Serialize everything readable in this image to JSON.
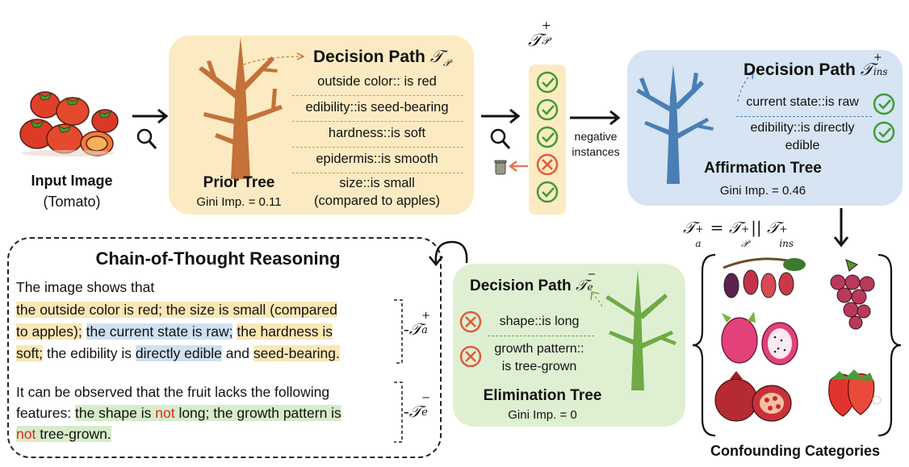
{
  "input": {
    "title": "Input Image",
    "subtitle": "(Tomato)"
  },
  "prior_tree": {
    "path_title": "Decision Path",
    "path_symbol": "𝒯",
    "path_sub": "𝒫",
    "attributes": [
      "outside color:: is red",
      "edibility::is seed-bearing",
      "hardness::is soft",
      "epidermis::is smooth",
      "size::is small",
      "(compared to apples)"
    ],
    "name": "Prior Tree",
    "gini": "Gini Imp. = 0.11",
    "color": "#c4713a"
  },
  "filter_column": {
    "label_symbol": "𝒯",
    "label_sup": "+",
    "label_sub": "𝒫",
    "checks": [
      "check",
      "check",
      "check",
      "cross",
      "check"
    ],
    "negative_label_1": "negative",
    "negative_label_2": "instances"
  },
  "affirmation_tree": {
    "path_title": "Decision Path",
    "path_symbol": "𝒯",
    "path_sup": "+",
    "path_sub": "ins",
    "attributes": [
      "current state::is raw",
      "edibility::is directly",
      "edible"
    ],
    "name": "Affirmation Tree",
    "gini": "Gini Imp. = 0.46",
    "color": "#4a7fb5"
  },
  "formula": {
    "lhs": "𝒯",
    "lhs_sub": "a",
    "lhs_sup": "+",
    "eq": " = ",
    "t1": "𝒯",
    "t1_sub": "𝒫",
    "t1_sup": "+",
    "bars": "||",
    "t2": "𝒯",
    "t2_sub": "ins",
    "t2_sup": "+"
  },
  "confounding": {
    "title": "Confounding Categories"
  },
  "elimination_tree": {
    "path_title": "Decision Path",
    "path_symbol": "𝒯",
    "path_sup": "−",
    "path_sub": "e",
    "attributes": [
      "shape::is long",
      "growth pattern::",
      "is tree-grown"
    ],
    "name": "Elimination Tree",
    "gini": "Gini Imp. = 0",
    "color": "#6faa45"
  },
  "cot": {
    "title": "Chain-of-Thought Reasoning",
    "intro": "The image shows that",
    "line1_a": "the outside color is red; the size is small (compared",
    "line2_a": "to apples);",
    "line2_b": "the current state is raw;",
    "line2_c": "the hardness is",
    "line3_a": "soft;",
    "line3_b": "the edibility is",
    "line3_c": "directly edible",
    "line3_d": "and",
    "line3_e": "seed-bearing.",
    "pos_symbol": "𝒯",
    "pos_sub": "a",
    "pos_sup": "+",
    "neg_intro": "It can be observed that the fruit lacks the following",
    "neg_line2_a": "features:",
    "neg_line2_b": "the shape is",
    "neg_line2_c": "not",
    "neg_line2_d": "long; the growth pattern is",
    "neg_line3_a": "not",
    "neg_line3_b": "tree-grown.",
    "neg_symbol": "𝒯",
    "neg_sub": "e",
    "neg_sup": "−"
  }
}
